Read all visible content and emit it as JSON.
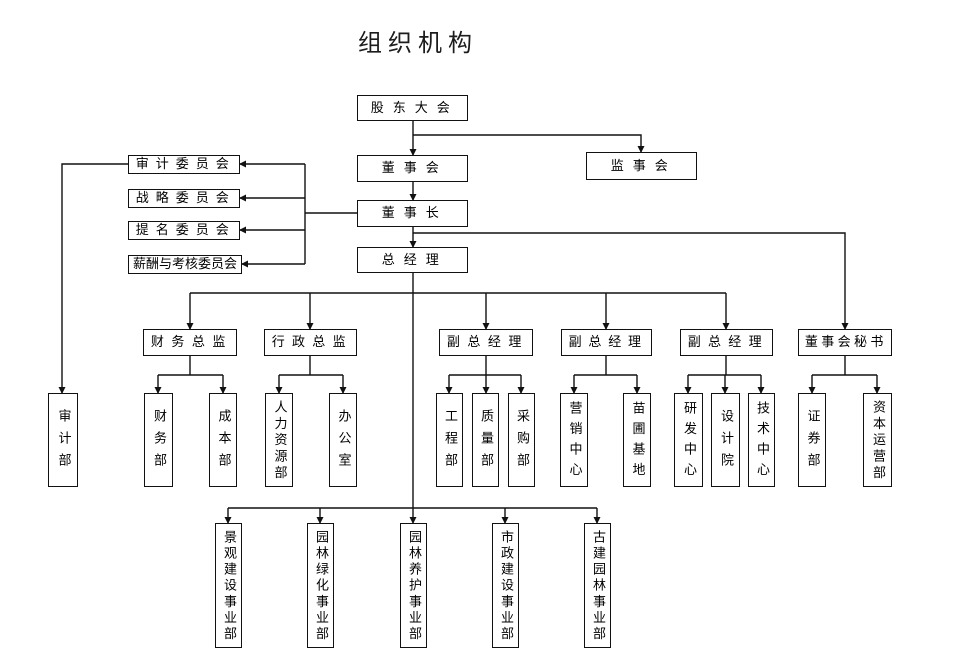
{
  "title": "组织机构",
  "org": {
    "nodes": [
      {
        "id": "shareholders-meeting",
        "label": "股东大会"
      },
      {
        "id": "board-of-directors",
        "label": "董事会"
      },
      {
        "id": "supervisory-board",
        "label": "监事会"
      },
      {
        "id": "chairman",
        "label": "董事长"
      },
      {
        "id": "general-manager",
        "label": "总经理"
      },
      {
        "id": "audit-committee",
        "label": "审计委员会"
      },
      {
        "id": "strategy-committee",
        "label": "战略委员会"
      },
      {
        "id": "nomination-committee",
        "label": "提名委员会"
      },
      {
        "id": "remuneration-assessment-committee",
        "label": "薪酬与考核委员会"
      },
      {
        "id": "audit-dept",
        "label": "审计部"
      },
      {
        "id": "cfo",
        "label": "财务总监"
      },
      {
        "id": "admin-director",
        "label": "行政总监"
      },
      {
        "id": "deputy-gm-1",
        "label": "副总经理"
      },
      {
        "id": "deputy-gm-2",
        "label": "副总经理"
      },
      {
        "id": "deputy-gm-3",
        "label": "副总经理"
      },
      {
        "id": "board-secretary",
        "label": "董事会秘书"
      },
      {
        "id": "finance-dept",
        "label": "财务部"
      },
      {
        "id": "cost-dept",
        "label": "成本部"
      },
      {
        "id": "hr-dept",
        "label": "人力资源部"
      },
      {
        "id": "office",
        "label": "办公室"
      },
      {
        "id": "engineering-dept",
        "label": "工程部"
      },
      {
        "id": "quality-dept",
        "label": "质量部"
      },
      {
        "id": "procurement-dept",
        "label": "采购部"
      },
      {
        "id": "marketing-center",
        "label": "营销中心"
      },
      {
        "id": "nursery-base",
        "label": "苗圃基地"
      },
      {
        "id": "rd-center",
        "label": "研发中心"
      },
      {
        "id": "design-institute",
        "label": "设计院"
      },
      {
        "id": "tech-center",
        "label": "技术中心"
      },
      {
        "id": "securities-dept",
        "label": "证券部"
      },
      {
        "id": "capital-operations-dept",
        "label": "资本运营部"
      },
      {
        "id": "landscape-construction-division",
        "label": "景观建设事业部"
      },
      {
        "id": "garden-greening-division",
        "label": "园林绿化事业部"
      },
      {
        "id": "garden-maintenance-division",
        "label": "园林养护事业部"
      },
      {
        "id": "municipal-construction-division",
        "label": "市政建设事业部"
      },
      {
        "id": "ancient-garden-division",
        "label": "古建园林事业部"
      }
    ]
  }
}
